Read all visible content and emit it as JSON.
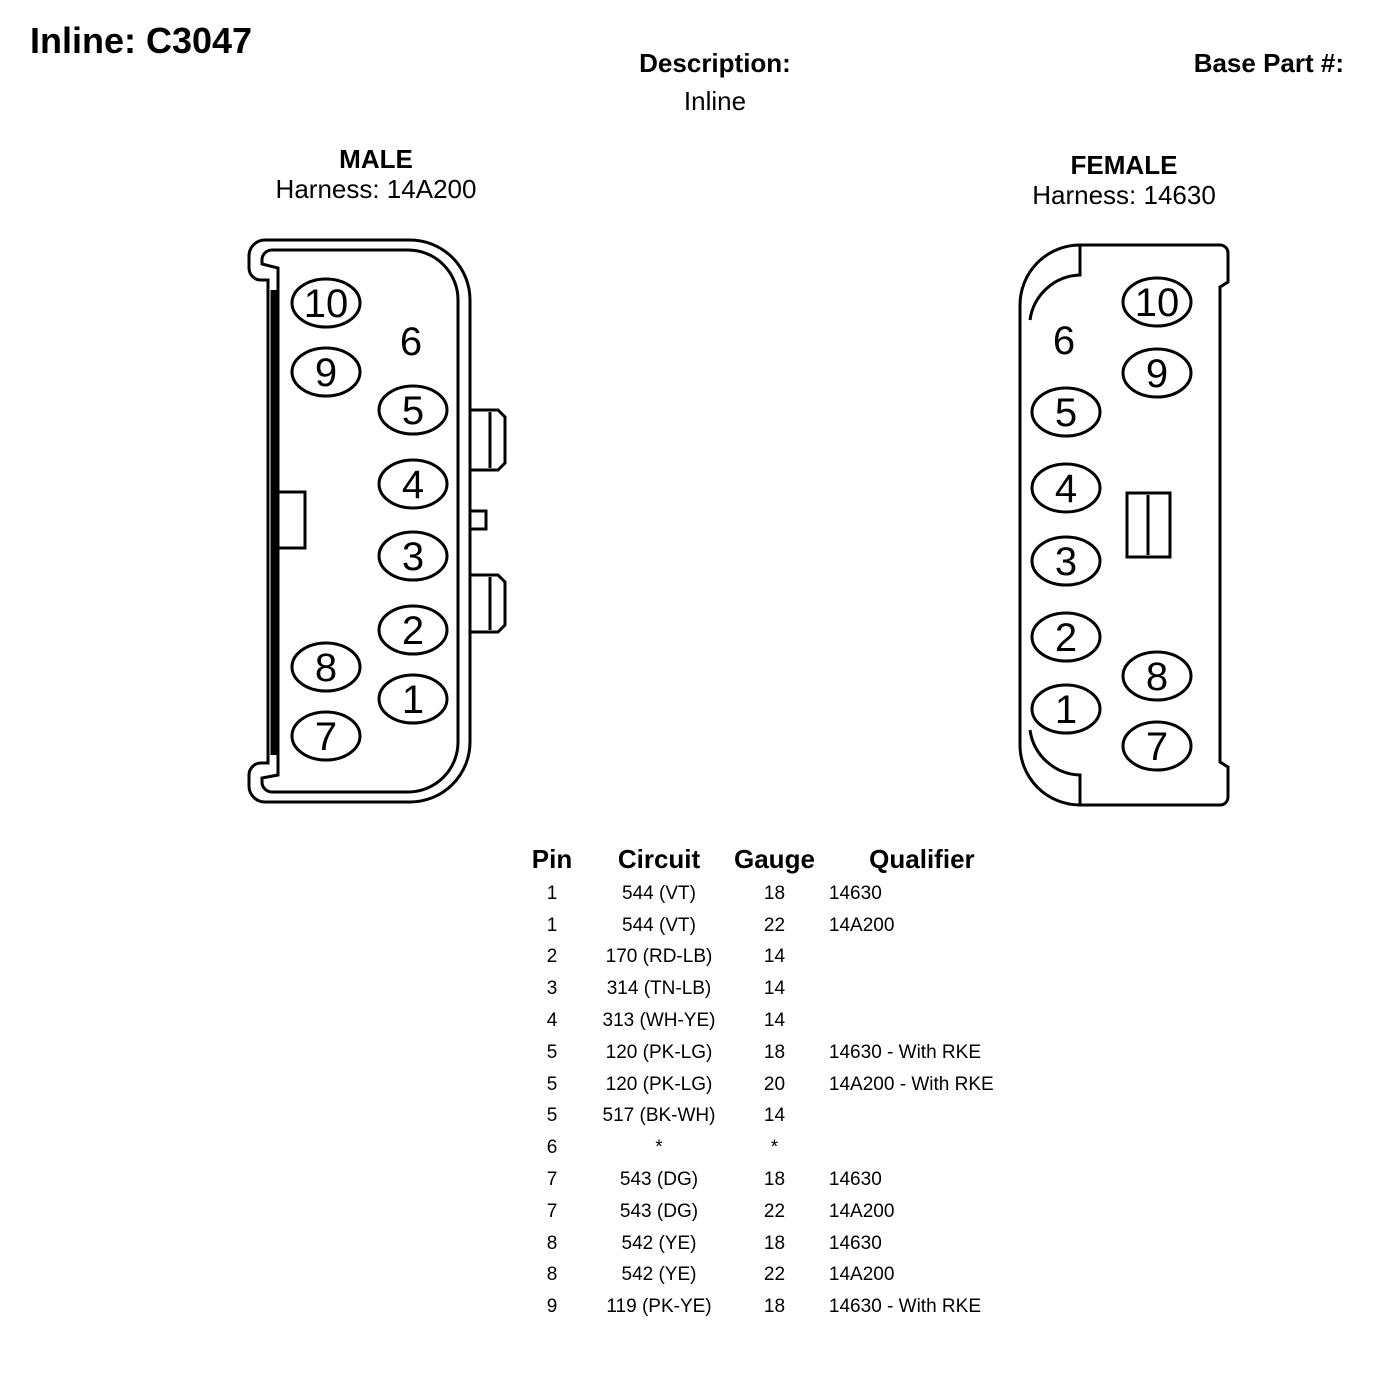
{
  "header": {
    "title": "Inline: C3047",
    "description_label": "Description:",
    "description_value": "Inline",
    "base_part_label": "Base Part #:"
  },
  "male": {
    "label": "MALE",
    "harness": "Harness: 14A200",
    "pins": [
      "10",
      "9",
      "6",
      "5",
      "4",
      "3",
      "2",
      "8",
      "1",
      "7"
    ]
  },
  "female": {
    "label": "FEMALE",
    "harness": "Harness: 14630",
    "pins": [
      "10",
      "6",
      "9",
      "5",
      "4",
      "3",
      "2",
      "8",
      "1",
      "7"
    ]
  },
  "table": {
    "headers": [
      "Pin",
      "Circuit",
      "Gauge",
      "Qualifier"
    ],
    "rows": [
      {
        "pin": "1",
        "circuit": "544 (VT)",
        "gauge": "18",
        "qualifier": "14630"
      },
      {
        "pin": "1",
        "circuit": "544 (VT)",
        "gauge": "22",
        "qualifier": "14A200"
      },
      {
        "pin": "2",
        "circuit": "170 (RD-LB)",
        "gauge": "14",
        "qualifier": ""
      },
      {
        "pin": "3",
        "circuit": "314 (TN-LB)",
        "gauge": "14",
        "qualifier": ""
      },
      {
        "pin": "4",
        "circuit": "313 (WH-YE)",
        "gauge": "14",
        "qualifier": ""
      },
      {
        "pin": "5",
        "circuit": "120 (PK-LG)",
        "gauge": "18",
        "qualifier": "14630 - With RKE"
      },
      {
        "pin": "5",
        "circuit": "120 (PK-LG)",
        "gauge": "20",
        "qualifier": "14A200 - With RKE"
      },
      {
        "pin": "5",
        "circuit": "517 (BK-WH)",
        "gauge": "14",
        "qualifier": ""
      },
      {
        "pin": "6",
        "circuit": "*",
        "gauge": "*",
        "qualifier": ""
      },
      {
        "pin": "7",
        "circuit": "543 (DG)",
        "gauge": "18",
        "qualifier": "14630"
      },
      {
        "pin": "7",
        "circuit": "543 (DG)",
        "gauge": "22",
        "qualifier": "14A200"
      },
      {
        "pin": "8",
        "circuit": "542 (YE)",
        "gauge": "18",
        "qualifier": "14630"
      },
      {
        "pin": "8",
        "circuit": "542 (YE)",
        "gauge": "22",
        "qualifier": "14A200"
      },
      {
        "pin": "9",
        "circuit": "119 (PK-YE)",
        "gauge": "18",
        "qualifier": "14630 - With RKE"
      }
    ]
  }
}
